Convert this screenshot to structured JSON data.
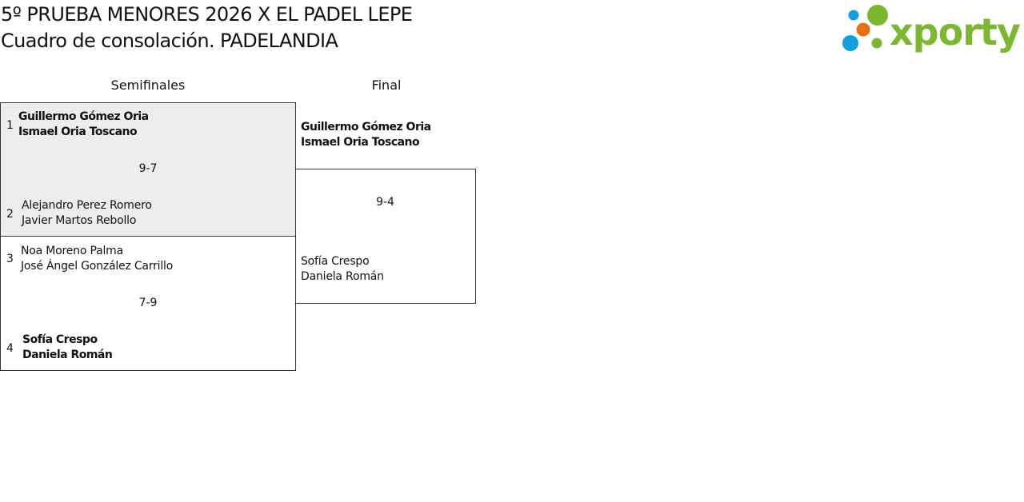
{
  "header": {
    "title_line1": "5º PRUEBA MENORES 2026 X EL PADEL LEPE",
    "title_line2": "Cuadro de consolación. PADELANDIA"
  },
  "logo": {
    "text": "xporty",
    "colors": {
      "green": "#7cb82f",
      "blue": "#0fa0e0",
      "orange": "#e8700f"
    }
  },
  "rounds": [
    {
      "name": "Semifinales"
    },
    {
      "name": "Final"
    }
  ],
  "semifinals": [
    {
      "score": "9-7",
      "teams": [
        {
          "seed": "1",
          "players": [
            "Guillermo Gómez Oria",
            "Ismael Oria Toscano"
          ],
          "winner": true
        },
        {
          "seed": "2",
          "players": [
            "Alejandro Perez Romero",
            "Javier Martos Rebollo"
          ],
          "winner": false
        }
      ]
    },
    {
      "score": "7-9",
      "teams": [
        {
          "seed": "3",
          "players": [
            "Noa Moreno Palma",
            "José Ángel González Carrillo"
          ],
          "winner": false
        },
        {
          "seed": "4",
          "players": [
            "Sofía Crespo",
            "Daniela Román"
          ],
          "winner": true
        }
      ]
    }
  ],
  "final": {
    "score": "9-4",
    "teams": [
      {
        "players": [
          "Guillermo Gómez Oria",
          "Ismael Oria Toscano"
        ],
        "winner": true
      },
      {
        "players": [
          "Sofía Crespo",
          "Daniela Román"
        ],
        "winner": false
      }
    ]
  }
}
